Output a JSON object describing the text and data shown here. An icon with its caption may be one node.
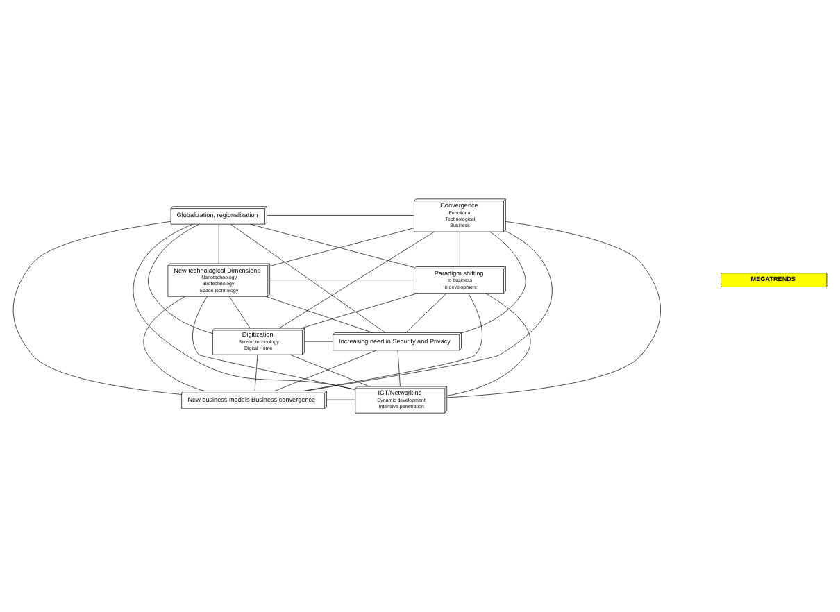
{
  "diagram": {
    "nodes": [
      {
        "text": [
          "Globalization, regionalization"
        ]
      },
      {
        "text": [
          "Convergence",
          "Functional",
          "Technological",
          "Business"
        ]
      },
      {
        "text": [
          "New technological Dimensions",
          "Nanotechnology",
          "Biotechnology",
          "Space technology"
        ]
      },
      {
        "text": [
          "Paradigm shifting",
          "In business",
          "In development"
        ]
      },
      {
        "text": [
          "MEGATRENDS"
        ]
      },
      {
        "text": [
          "Digitization",
          "Sensor technology",
          "Digital Home"
        ]
      },
      {
        "text": [
          "Increasing need in Security and Privacy"
        ]
      },
      {
        "text": [
          "New business models Business convergence"
        ]
      },
      {
        "text": [
          "ICT/Networking",
          "Dynamic development",
          "Intensive penetration"
        ]
      }
    ],
    "edges": [
      {
        "from": 0,
        "to": 1,
        "arrow": "none"
      },
      {
        "from": 0,
        "to": 2,
        "arrow": "none"
      },
      {
        "from": 0,
        "to": 3,
        "arrow": "none"
      },
      {
        "from": 0,
        "to": 5,
        "arrow": "none"
      },
      {
        "from": 0,
        "to": 6,
        "arrow": "none"
      },
      {
        "from": 0,
        "to": 7,
        "arrow": "none"
      },
      {
        "from": 0,
        "to": 8,
        "arrow": "none"
      },
      {
        "from": 1,
        "to": 2,
        "arrow": "none"
      },
      {
        "from": 1,
        "to": 3,
        "arrow": "none"
      },
      {
        "from": 1,
        "to": 5,
        "arrow": "none"
      },
      {
        "from": 1,
        "to": 6,
        "arrow": "none"
      },
      {
        "from": 1,
        "to": 7,
        "arrow": "none"
      },
      {
        "from": 1,
        "to": 8,
        "arrow": "none"
      },
      {
        "from": 2,
        "to": 3,
        "arrow": "none"
      },
      {
        "from": 2,
        "to": 5,
        "arrow": "none"
      },
      {
        "from": 2,
        "to": 6,
        "arrow": "none"
      },
      {
        "from": 2,
        "to": 7,
        "arrow": "none"
      },
      {
        "from": 2,
        "to": 8,
        "arrow": "none"
      },
      {
        "from": 3,
        "to": 5,
        "arrow": "none"
      },
      {
        "from": 3,
        "to": 6,
        "arrow": "none"
      },
      {
        "from": 3,
        "to": 7,
        "arrow": "none"
      },
      {
        "from": 3,
        "to": 8,
        "arrow": "none"
      },
      {
        "from": 5,
        "to": 6,
        "arrow": "none"
      },
      {
        "from": 5,
        "to": 7,
        "arrow": "none"
      },
      {
        "from": 5,
        "to": 8,
        "arrow": "none"
      },
      {
        "from": 6,
        "to": 7,
        "arrow": "none"
      },
      {
        "from": 6,
        "to": 8,
        "arrow": "none"
      },
      {
        "from": 7,
        "to": 8,
        "arrow": "none"
      }
    ]
  }
}
